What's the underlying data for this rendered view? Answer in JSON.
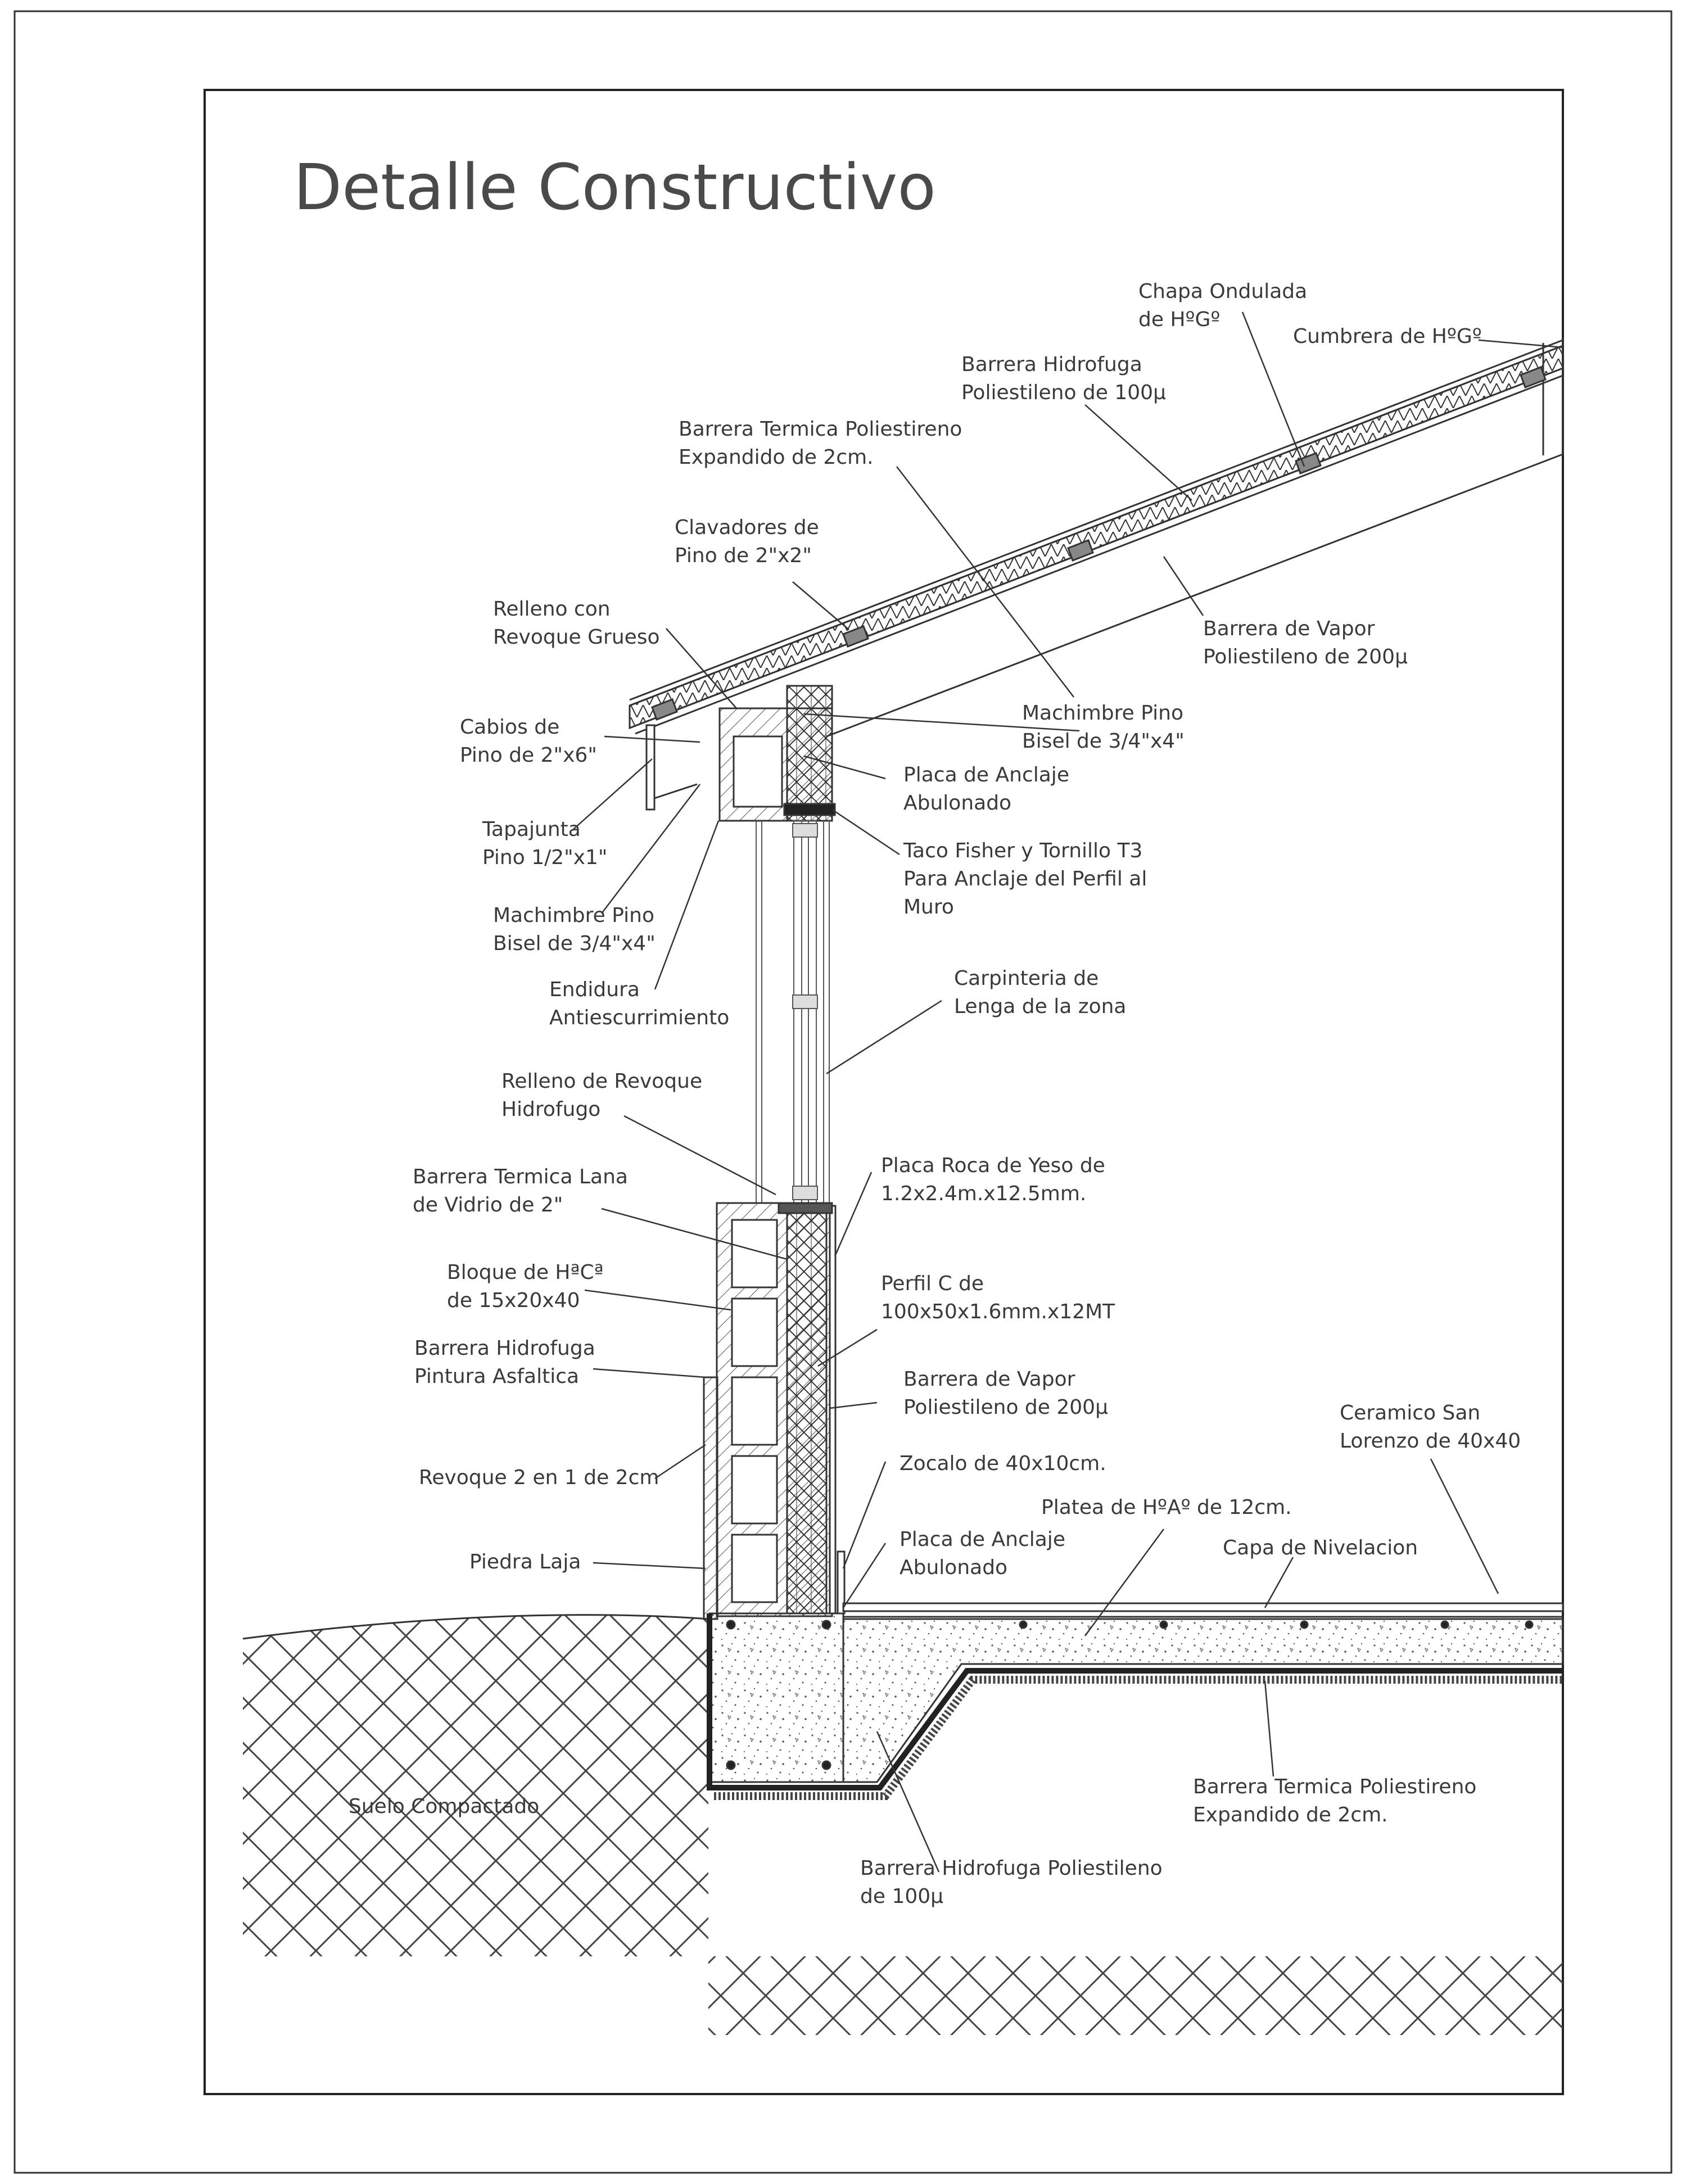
{
  "title": "Detalle Constructivo",
  "labels": {
    "chapa": [
      "Chapa Ondulada",
      "de HºGº"
    ],
    "cumbrera": [
      "Cumbrera de HºGº"
    ],
    "barrera_hidro_techo": [
      "Barrera Hidrofuga",
      "Poliestileno de 100µ"
    ],
    "barrera_termica_techo": [
      "Barrera Termica Poliestireno",
      "Expandido de 2cm."
    ],
    "clavadores": [
      "Clavadores de",
      "Pino de 2\"x2\""
    ],
    "relleno_grueso": [
      "Relleno con",
      "Revoque Grueso"
    ],
    "barrera_vapor_techo": [
      "Barrera de Vapor",
      "Poliestileno de 200µ"
    ],
    "cabios": [
      "Cabios de",
      "Pino de 2\"x6\""
    ],
    "machimbre_techo": [
      "Machimbre Pino",
      "Bisel de 3/4\"x4\""
    ],
    "placa_anclaje_sup": [
      "Placa de Anclaje",
      "Abulonado"
    ],
    "tapajunta": [
      "Tapajunta",
      "Pino 1/2\"x1\""
    ],
    "taco_fisher": [
      "Taco Fisher y Tornillo T3",
      "Para Anclaje del Perfil al",
      "Muro"
    ],
    "machimbre_alero": [
      "Machimbre Pino",
      "Bisel de 3/4\"x4\""
    ],
    "endidura": [
      "Endidura",
      "Antiescurrimiento"
    ],
    "carpinteria": [
      "Carpinteria de",
      "Lenga de la zona"
    ],
    "relleno_hidro": [
      "Relleno de Revoque",
      "Hidrofugo"
    ],
    "placa_roca": [
      "Placa Roca de Yeso de",
      "1.2x2.4m.x12.5mm."
    ],
    "lana_vidrio": [
      "Barrera Termica Lana",
      "de Vidrio de 2\""
    ],
    "bloque": [
      "Bloque de HªCª",
      "de 15x20x40"
    ],
    "perfil_c": [
      "Perfil C de",
      "100x50x1.6mm.x12MT"
    ],
    "pintura_asfaltica": [
      "Barrera Hidrofuga",
      "Pintura Asfaltica"
    ],
    "barrera_vapor_muro": [
      "Barrera de Vapor",
      "Poliestileno de 200µ"
    ],
    "ceramico": [
      "Ceramico San",
      "Lorenzo de 40x40"
    ],
    "revoque": [
      "Revoque 2 en 1 de 2cm"
    ],
    "zocalo": [
      "Zocalo de 40x10cm."
    ],
    "platea": [
      "Platea de HºAº de 12cm."
    ],
    "placa_anclaje_inf": [
      "Placa de Anclaje",
      "Abulonado"
    ],
    "capa_nivelacion": [
      "Capa de Nivelacion"
    ],
    "piedra_laja": [
      "Piedra Laja"
    ],
    "suelo": [
      "Suelo Compactado"
    ],
    "barrera_termica_piso": [
      "Barrera Termica Poliestireno",
      "Expandido de 2cm."
    ],
    "barrera_hidro_piso": [
      "Barrera Hidrofuga Poliestileno",
      "de 100µ"
    ]
  },
  "colors": {
    "line": "#333333",
    "text": "#3a3a3a",
    "hatch": "#555555"
  }
}
